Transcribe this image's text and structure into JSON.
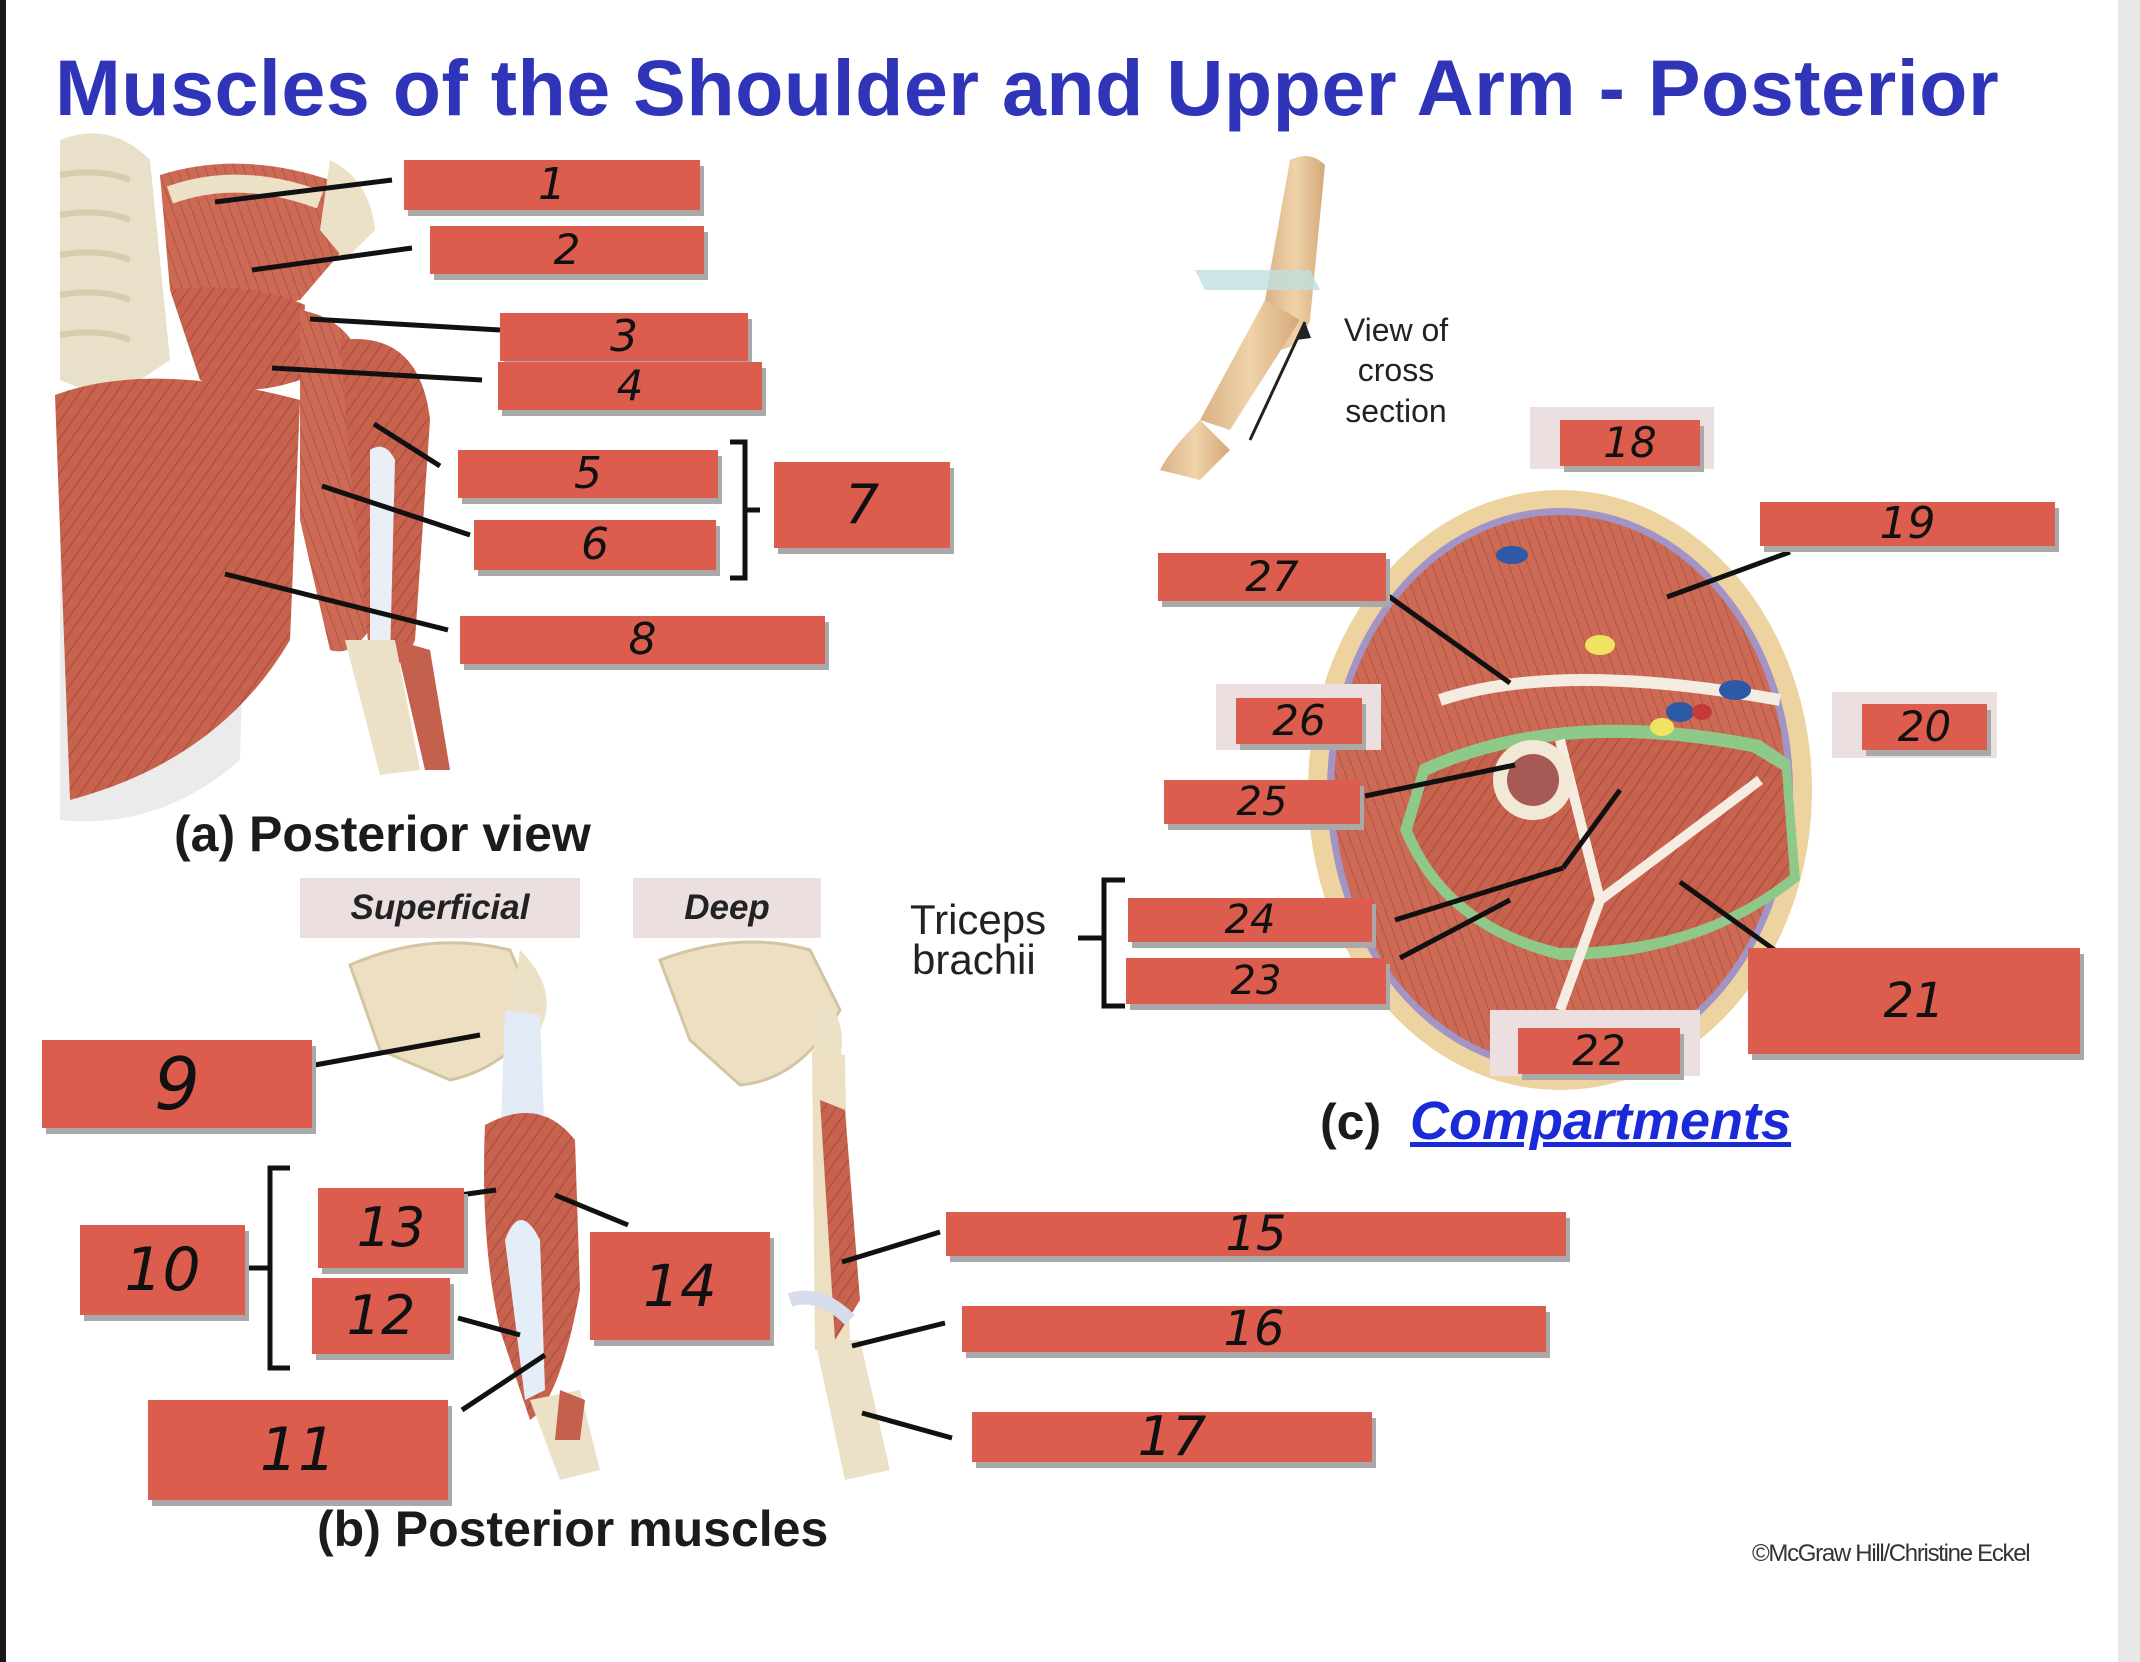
{
  "title": "Muscles of the Shoulder and Upper Arm - Posterior",
  "captions": {
    "a": "(a) Posterior view",
    "b": "(b) Posterior muscles",
    "c_prefix": "(c)",
    "c_link": "Compartments"
  },
  "chips": {
    "superficial": "Superficial",
    "deep": "Deep"
  },
  "inset": {
    "line1": "View of",
    "line2": "cross",
    "line3": "section"
  },
  "triceps": {
    "line1": "Triceps",
    "line2": "brachii"
  },
  "credit": "©McGraw Hill/Christine Eckel",
  "labels": [
    "1",
    "2",
    "3",
    "4",
    "5",
    "6",
    "7",
    "8",
    "9",
    "10",
    "11",
    "12",
    "13",
    "14",
    "15",
    "16",
    "17",
    "18",
    "19",
    "20",
    "21",
    "22",
    "23",
    "24",
    "25",
    "26",
    "27"
  ],
  "colors": {
    "title": "#2f34b8",
    "label_box": "#dc5d4d",
    "label_shadow": "#a9a9a9",
    "muscle": "#c4614d",
    "bone": "#ecdfc2",
    "skin": "#e9c79a",
    "fascia_green": "#8fc98a",
    "fascia_purple": "#a394c6",
    "link": "#1a2ad8"
  }
}
